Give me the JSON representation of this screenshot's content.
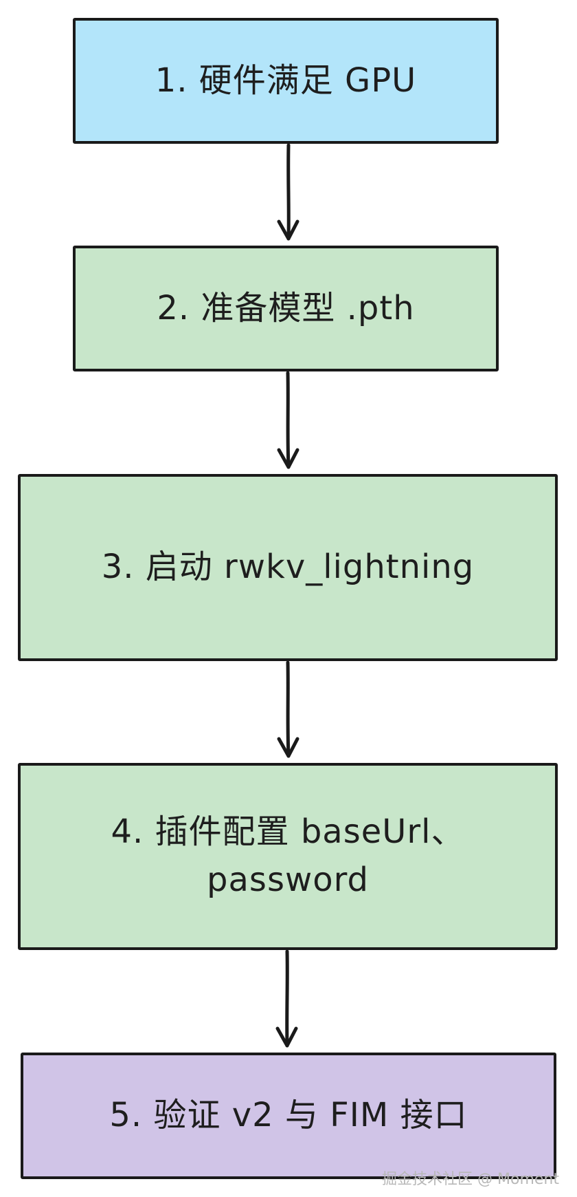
{
  "steps": [
    {
      "label": "1. 硬件满足 GPU",
      "color": "#b3e5fa"
    },
    {
      "label": "2. 准备模型 .pth",
      "color": "#c8e6ca"
    },
    {
      "label": "3. 启动 rwkv_lightning",
      "color": "#c8e6ca"
    },
    {
      "label": "4. 插件配置 baseUrl、password",
      "color": "#c8e6ca"
    },
    {
      "label": "5. 验证 v2 与 FIM 接口",
      "color": "#d0c4e7"
    }
  ],
  "watermark": "掘金技术社区 @ Moment",
  "colors": {
    "stroke": "#1a1a1a",
    "text": "#1e1e1e"
  }
}
